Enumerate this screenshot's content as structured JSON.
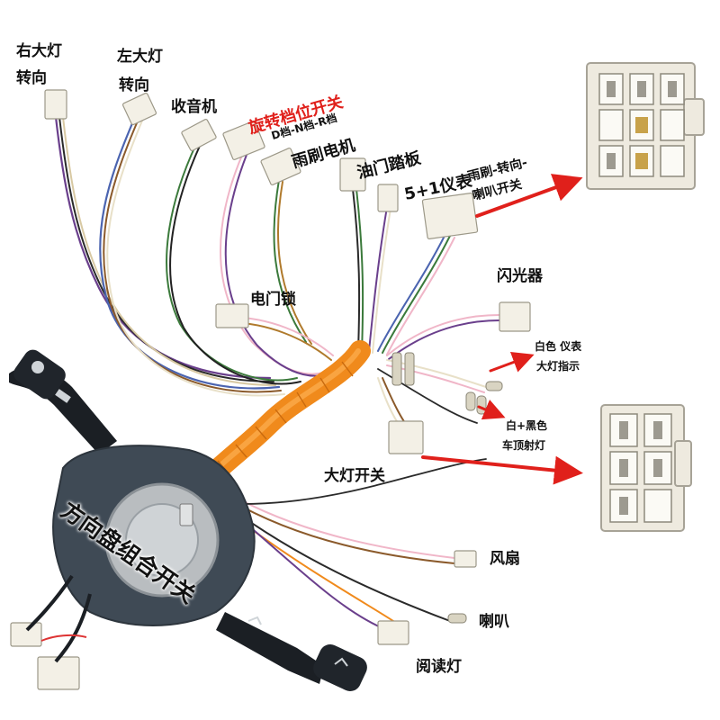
{
  "labels": {
    "right_headlight": "右大灯",
    "right_turn": "转向",
    "left_headlight": "左大灯",
    "left_turn": "转向",
    "radio": "收音机",
    "rotary_gear_switch": "旋转档位开关",
    "gear_positions": "D档-N档-R档",
    "wiper_motor": "雨刷电机",
    "throttle_pedal": "油门踏板",
    "gauge_cluster": "5+1仪表",
    "combo_switch_line1": "雨刷-转向-",
    "combo_switch_line2": "喇叭开关",
    "flasher": "闪光器",
    "electric_lock": "电门锁",
    "white_label": "白色  仪表",
    "headlight_indicator": "大灯指示",
    "white_black_label": "白+黑色",
    "roof_light": "车顶射灯",
    "headlight_switch": "大灯开关",
    "steering_combo_switch": "方向盘组合开关",
    "fan": "风扇",
    "horn": "喇叭",
    "reading_light": "阅读灯"
  },
  "colors": {
    "arrow_red": "#e0201b",
    "switch_body": "#3f4a55",
    "harness_tape": "#f08a1c",
    "connector": "#f3f0e6"
  }
}
